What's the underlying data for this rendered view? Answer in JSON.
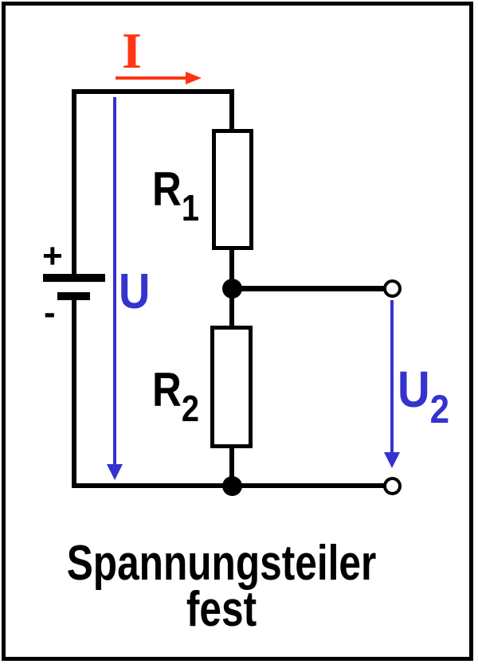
{
  "title": {
    "line1": "Spannungsteiler",
    "line2": "fest"
  },
  "circuit": {
    "current_label": "I",
    "source_voltage_label": "U",
    "output_voltage": {
      "symbol": "U",
      "subscript": "2"
    },
    "resistor_1": {
      "symbol": "R",
      "subscript": "1"
    },
    "resistor_2": {
      "symbol": "R",
      "subscript": "2"
    },
    "battery": {
      "positive": "+",
      "negative": "-"
    }
  },
  "colors": {
    "current_arrow": "#fe3512",
    "voltage_arrow": "#3533cd",
    "wire": "#000000",
    "background": "#ffffff"
  }
}
